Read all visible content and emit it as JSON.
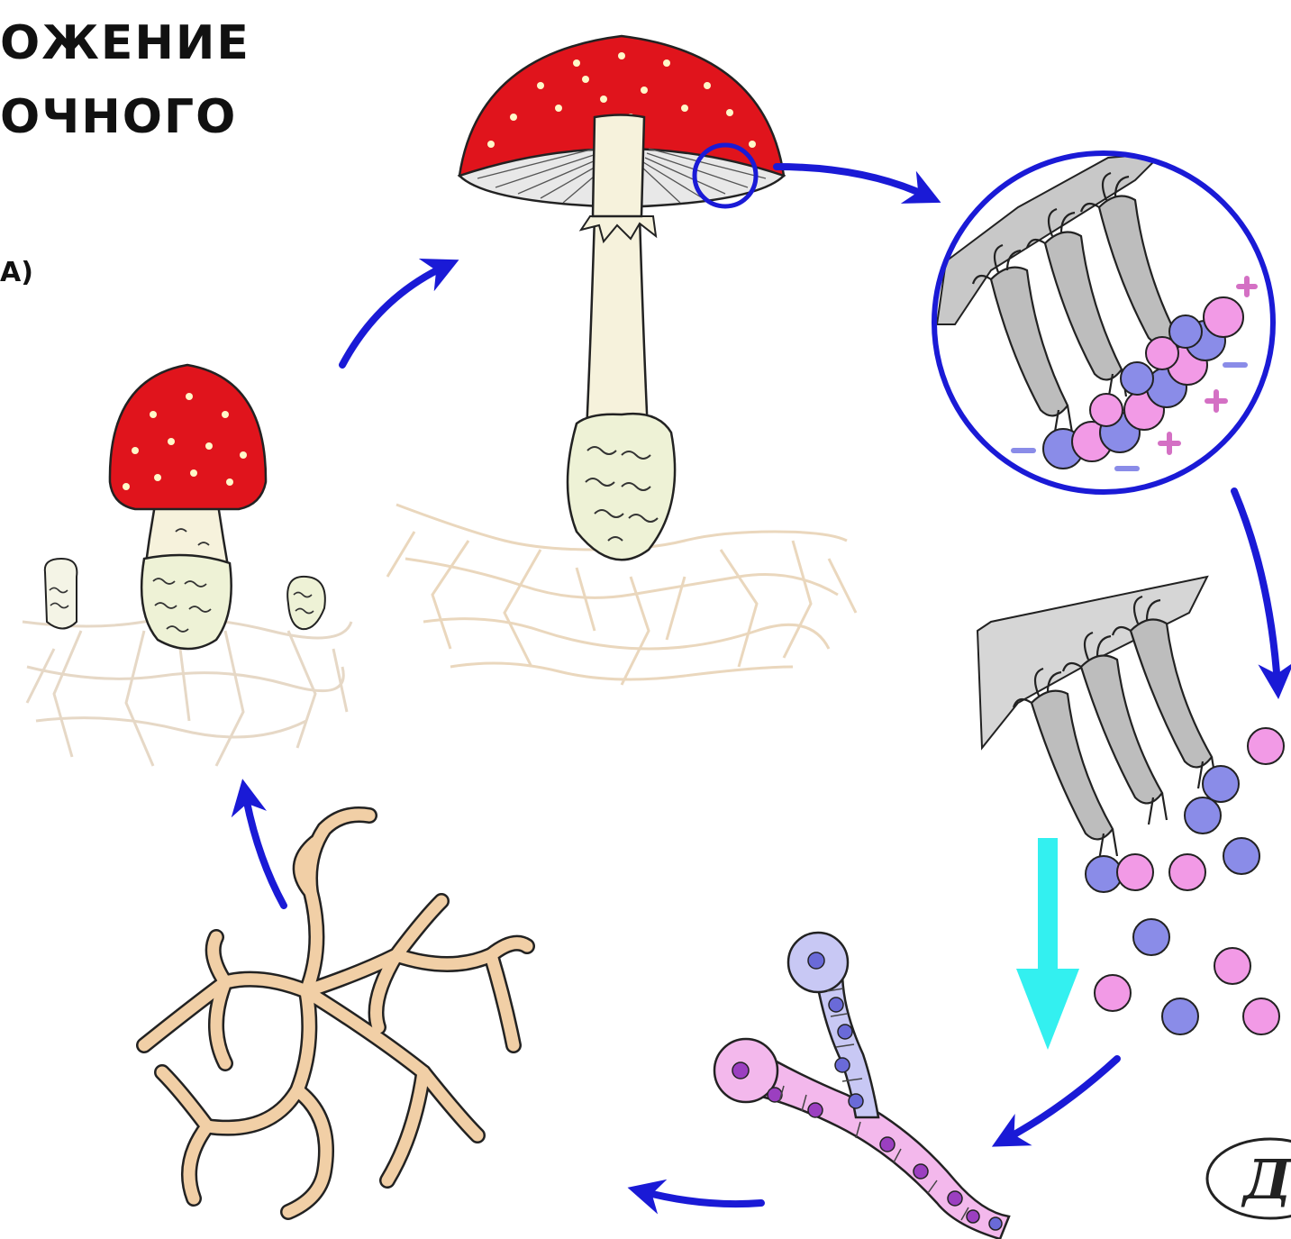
{
  "title": {
    "line1": "ОЖЕНИЕ",
    "line2": "ОЧНОГО"
  },
  "label_a": "А)",
  "logo_glyph": "Д",
  "colors": {
    "cap_red": "#e0141c",
    "spot": "#fff8c8",
    "stem": "#f6f2dc",
    "volva": "#eef2d6",
    "mycelium": "#f1cfa6",
    "arrow_blue": "#1a1ad6",
    "arrow_cyan": "#33f0f0",
    "spore_pink": "#f29ae6",
    "spore_blue": "#8a8ce8",
    "basidium_gray": "#bdbdbd"
  },
  "stages": [
    "young-fruiting-body",
    "mature-fruiting-body",
    "gill-basidia-closeup",
    "spore-release",
    "germinating-hyphae",
    "mycelium"
  ],
  "signs": [
    "+",
    "+",
    "+",
    "−",
    "−",
    "−"
  ]
}
